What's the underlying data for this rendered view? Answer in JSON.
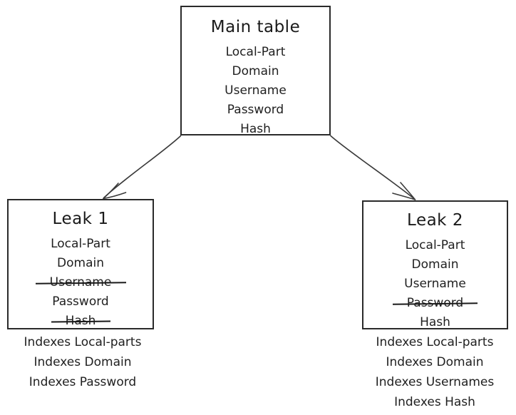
{
  "diagram": {
    "background": "#ffffff",
    "stroke_color": "#2a2a2a",
    "text_color": "#1f1f1f",
    "nodes": {
      "main_table": {
        "title": "Main table",
        "fields": [
          {
            "label": "Local-Part",
            "struck": false
          },
          {
            "label": "Domain",
            "struck": false
          },
          {
            "label": "Username",
            "struck": false
          },
          {
            "label": "Password",
            "struck": false
          },
          {
            "label": "Hash",
            "struck": false
          }
        ]
      },
      "leak1": {
        "title": "Leak 1",
        "fields": [
          {
            "label": "Local-Part",
            "struck": false
          },
          {
            "label": "Domain",
            "struck": false
          },
          {
            "label": "Username",
            "struck": true
          },
          {
            "label": "Password",
            "struck": false
          },
          {
            "label": "Hash",
            "struck": true
          }
        ],
        "caption": [
          "Indexes Local-parts",
          "Indexes Domain",
          "Indexes Password"
        ]
      },
      "leak2": {
        "title": "Leak 2",
        "fields": [
          {
            "label": "Local-Part",
            "struck": false
          },
          {
            "label": "Domain",
            "struck": false
          },
          {
            "label": "Username",
            "struck": false
          },
          {
            "label": "Password",
            "struck": true
          },
          {
            "label": "Hash",
            "struck": false
          }
        ],
        "caption": [
          "Indexes Local-parts",
          "Indexes Domain",
          "Indexes Usernames",
          "Indexes Hash"
        ]
      }
    },
    "edges": [
      {
        "name": "main-table-to-leak1",
        "from": "main_table",
        "to": "leak1"
      },
      {
        "name": "main-table-to-leak2",
        "from": "main_table",
        "to": "leak2"
      }
    ]
  }
}
